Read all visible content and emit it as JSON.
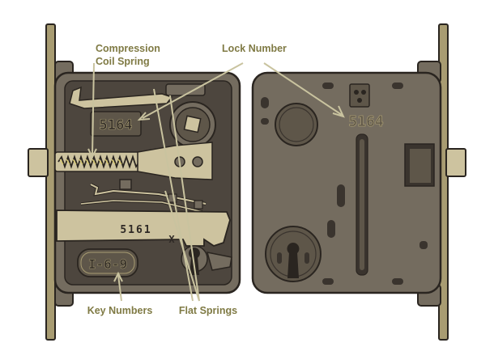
{
  "labels": {
    "compression_spring_line1": "Compression",
    "compression_spring_line2": "Coil Spring",
    "lock_number": "Lock Number",
    "key_numbers": "Key Numbers",
    "flat_springs": "Flat Springs"
  },
  "stamps": {
    "lock_number_left": "5164",
    "lock_number_right": "5164",
    "bolt_number": "5161",
    "bolt_mark": "X",
    "key_numbers": "I-6-9"
  },
  "colors": {
    "label_text": "#7f7a44",
    "leader_line": "#c9c39f",
    "case_body": "#746c5f",
    "case_dark": "#3a342e",
    "case_interior": "#4d463e",
    "brass": "#cdc39f",
    "brass_dark": "#a89c72",
    "outline": "#2a2520",
    "spring": "#d9c96a"
  }
}
